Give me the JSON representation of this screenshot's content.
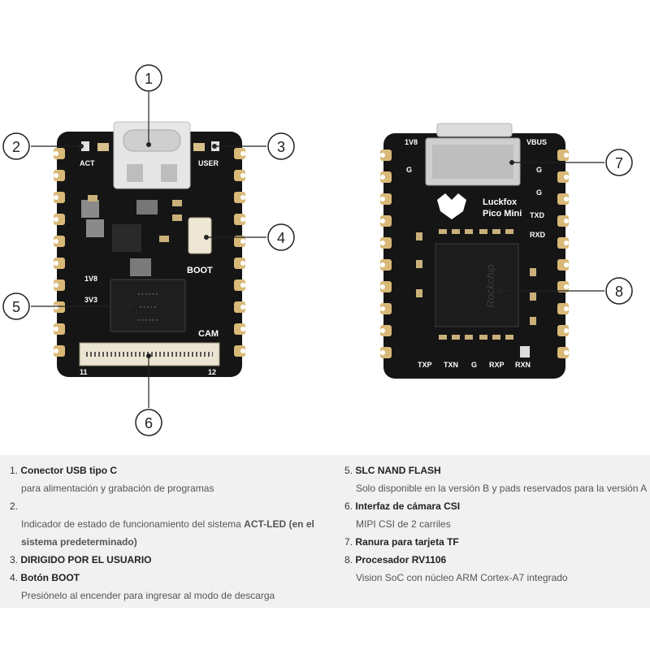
{
  "board": {
    "front": {
      "labels": {
        "act": "ACT",
        "user": "USER",
        "boot": "BOOT",
        "v1v8": "1V8",
        "v3v3": "3V3",
        "cam": "CAM",
        "pin11": "11",
        "pin12": "12"
      }
    },
    "back": {
      "labels": {
        "v1v8": "1V8",
        "vbus": "VBUS",
        "g1": "G",
        "g2": "G",
        "g3": "G",
        "txd": "TXD",
        "rxd": "RXD",
        "txp": "TXP",
        "txn": "TXN",
        "g_bottom": "G",
        "rxp": "RXP",
        "rxn": "RXN",
        "brand_line1": "Luckfox",
        "brand_line2": "Pico Mini",
        "chip_text": "Rockchip"
      }
    }
  },
  "callouts": [
    "1",
    "2",
    "3",
    "4",
    "5",
    "6",
    "7",
    "8"
  ],
  "legend": {
    "items": [
      {
        "num": "1.",
        "title": "Conector USB tipo C",
        "desc": "para alimentación y grabación de programas"
      },
      {
        "num": "2.",
        "title": "",
        "desc_plain": "Indicador de estado de funcionamiento del sistema ",
        "desc_bold": "ACT-LED (en el sistema predeterminado)"
      },
      {
        "num": "3.",
        "title": "DIRIGIDO POR EL USUARIO",
        "desc": ""
      },
      {
        "num": "4.",
        "title": "Botón BOOT",
        "desc": "Presiónelo al encender para ingresar al modo de descarga"
      },
      {
        "num": "5.",
        "title": "SLC NAND FLASH",
        "desc": "Solo disponible en la versión B y pads reservados para la versión A"
      },
      {
        "num": "6.",
        "title": "Interfaz de cámara CSI",
        "desc": "MIPI CSI de 2 carriles"
      },
      {
        "num": "7.",
        "title": "Ranura para tarjeta TF",
        "desc": ""
      },
      {
        "num": "8.",
        "title": "Procesador RV1106",
        "desc": "Vision SoC con núcleo ARM Cortex-A7 integrado"
      }
    ]
  },
  "colors": {
    "pcb": "#151515",
    "pad": "#d9b977",
    "silk": "#ffffff",
    "legend_bg": "#f1f1f1"
  }
}
